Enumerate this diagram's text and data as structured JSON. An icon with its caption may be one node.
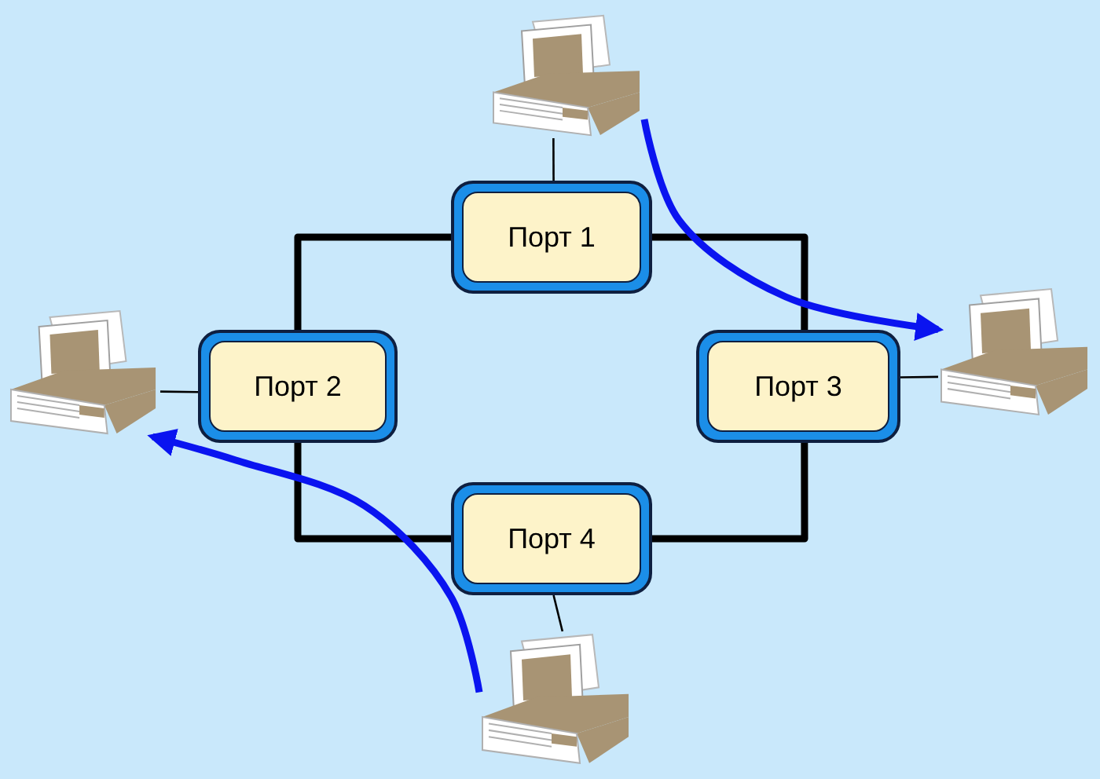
{
  "diagram": {
    "nodes": [
      {
        "text": [
          "Порт 1"
        ]
      },
      {
        "text": [
          "Порт 2"
        ]
      },
      {
        "text": [
          "Порт 3"
        ]
      },
      {
        "text": [
          "Порт 4"
        ]
      },
      {
        "text": [],
        "shape": "picture"
      },
      {
        "text": [],
        "shape": "picture"
      },
      {
        "text": [],
        "shape": "picture"
      },
      {
        "text": [],
        "shape": "picture"
      }
    ],
    "edges": [
      {
        "from": 0,
        "to": 2,
        "arrow": "none"
      },
      {
        "from": 2,
        "to": 3,
        "arrow": "none"
      },
      {
        "from": 3,
        "to": 1,
        "arrow": "none"
      },
      {
        "from": 1,
        "to": 0,
        "arrow": "none"
      },
      {
        "from": 4,
        "to": 0,
        "arrow": "none"
      },
      {
        "from": 5,
        "to": 1,
        "arrow": "none"
      },
      {
        "from": 2,
        "to": 6,
        "arrow": "none"
      },
      {
        "from": 3,
        "to": 7,
        "arrow": "none"
      },
      {
        "from": 4,
        "to": 6,
        "arrow": "to",
        "color": "#0a14f0"
      },
      {
        "from": 7,
        "to": 5,
        "arrow": "to",
        "color": "#0a14f0"
      }
    ]
  }
}
